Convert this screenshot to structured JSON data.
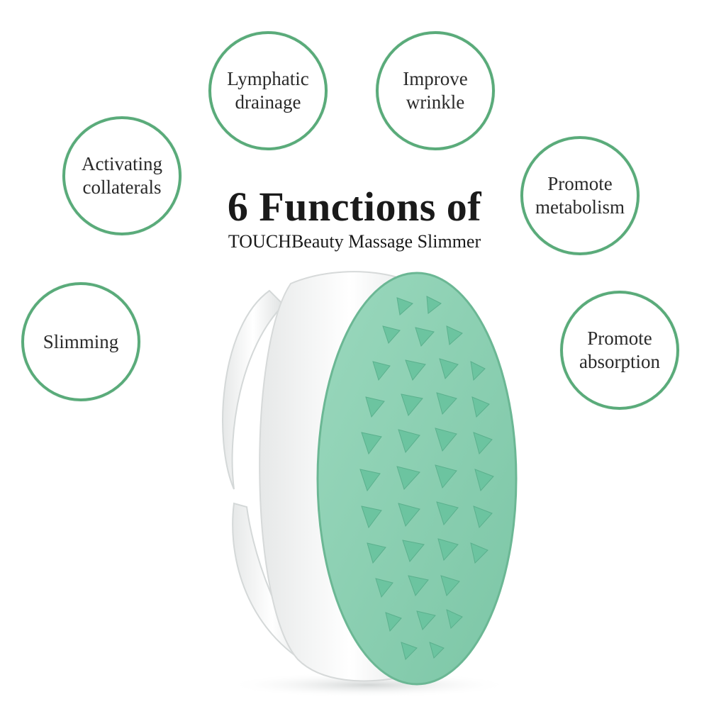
{
  "headline": "6 Functions of",
  "subheadline": "TOUCHBeauty Massage Slimmer",
  "functions": [
    {
      "lines": [
        "Lymphatic",
        "drainage"
      ]
    },
    {
      "lines": [
        "Improve",
        "wrinkle"
      ]
    },
    {
      "lines": [
        "Activating",
        "collaterals"
      ]
    },
    {
      "lines": [
        "Promote",
        "metabolism"
      ]
    },
    {
      "lines": [
        "Slimming"
      ]
    },
    {
      "lines": [
        "Promote",
        "absorption"
      ]
    }
  ],
  "colors": {
    "circle_border": "#5aab7a",
    "product_green": "#8fd1b4",
    "product_white": "#f4f5f5"
  }
}
